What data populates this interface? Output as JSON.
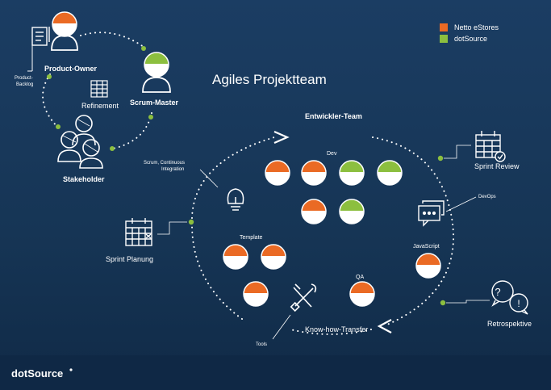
{
  "title": "Agiles Projektteam",
  "legend": {
    "items": [
      {
        "label": "Netto eStores",
        "color": "#ea6a24"
      },
      {
        "label": "dotSource",
        "color": "#8cbf3f"
      }
    ]
  },
  "colors": {
    "orange": "#ea6a24",
    "green": "#8cbf3f",
    "line": "#ffffff",
    "dot": "#8cbf3f"
  },
  "labels": {
    "product_owner": "Product-Owner",
    "product_backlog_1": "Product-",
    "product_backlog_2": "Backlog",
    "refinement": "Refinement",
    "scrum_master": "Scrum-Master",
    "stakeholder": "Stakeholder",
    "entwickler_team": "Entwickler-Team",
    "dev": "Dev",
    "sprint_review": "Sprint Review",
    "devops": "DevOps",
    "javascript": "JavaScript",
    "retrospektive": "Retrospektive",
    "know_how_transfer": "Know-how-Transfer",
    "qa": "QA",
    "tools": "Tools",
    "template": "Template",
    "sprint_planung": "Sprint Planung",
    "scrum_ci_1": "Scrum, Continuous",
    "scrum_ci_2": "Integration"
  },
  "brand": "dotSource"
}
